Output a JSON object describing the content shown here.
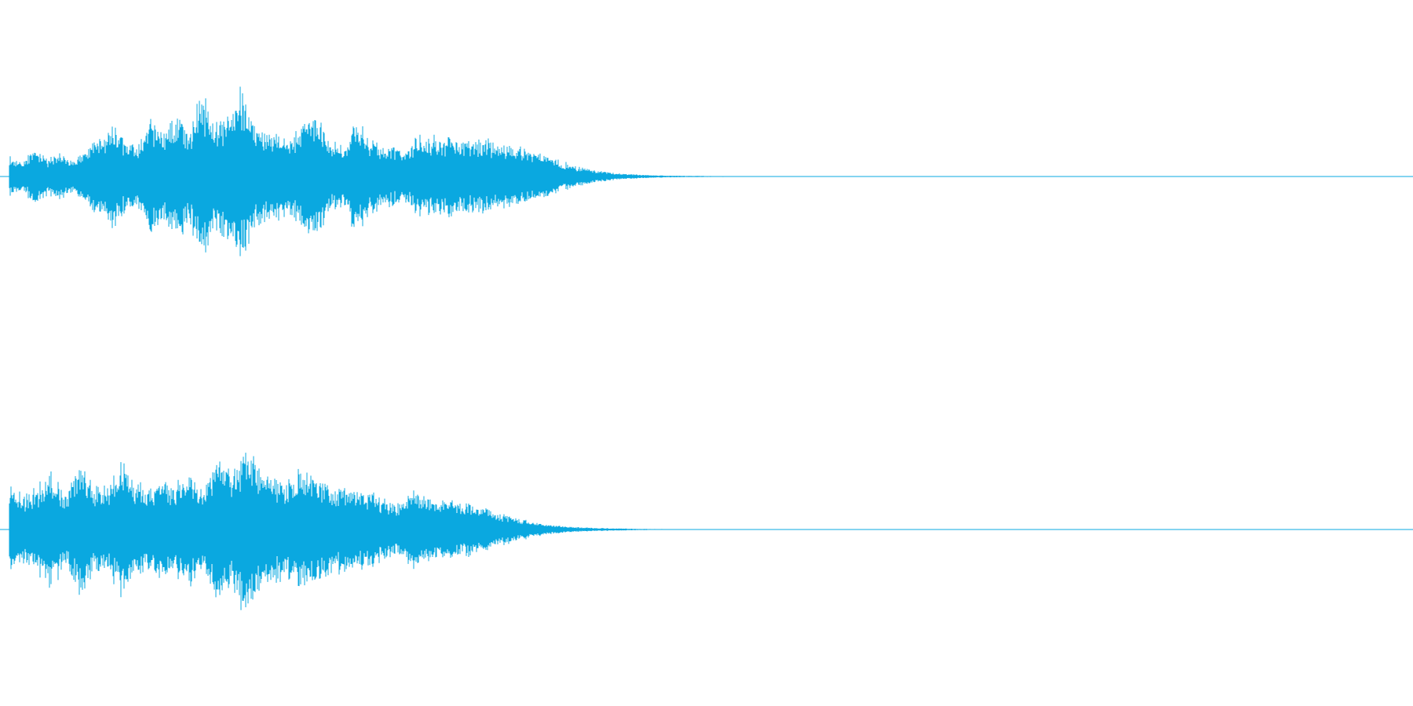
{
  "waveform": {
    "color": "#0aa8e0",
    "duration_fraction_visible": 1.0,
    "channels": [
      {
        "name": "",
        "peak_envelope": [
          0.2,
          0.12,
          0.3,
          0.16,
          0.22,
          0.14,
          0.28,
          0.38,
          0.5,
          0.32,
          0.3,
          0.55,
          0.4,
          0.62,
          0.44,
          0.78,
          0.48,
          0.6,
          0.85,
          0.5,
          0.45,
          0.42,
          0.36,
          0.5,
          0.6,
          0.32,
          0.3,
          0.52,
          0.38,
          0.28,
          0.26,
          0.25,
          0.4,
          0.38,
          0.36,
          0.35,
          0.33,
          0.34,
          0.32,
          0.3,
          0.26,
          0.22,
          0.18,
          0.14,
          0.1,
          0.07,
          0.05,
          0.035,
          0.025,
          0.018,
          0.012,
          0.009,
          0.007,
          0.006,
          0.005,
          0.004,
          0.004,
          0.003,
          0.003,
          0.002,
          0.002,
          0.0
        ]
      },
      {
        "name": "",
        "peak_envelope": [
          0.45,
          0.3,
          0.4,
          0.55,
          0.35,
          0.6,
          0.42,
          0.38,
          0.62,
          0.45,
          0.4,
          0.48,
          0.42,
          0.52,
          0.4,
          0.7,
          0.55,
          0.8,
          0.6,
          0.5,
          0.45,
          0.58,
          0.48,
          0.42,
          0.4,
          0.38,
          0.34,
          0.28,
          0.24,
          0.36,
          0.3,
          0.28,
          0.26,
          0.24,
          0.2,
          0.16,
          0.12,
          0.09,
          0.06,
          0.04,
          0.03,
          0.02,
          0.015,
          0.012,
          0.009,
          0.007,
          0.005,
          0.004,
          0.003,
          0.002,
          0.0
        ]
      }
    ]
  }
}
